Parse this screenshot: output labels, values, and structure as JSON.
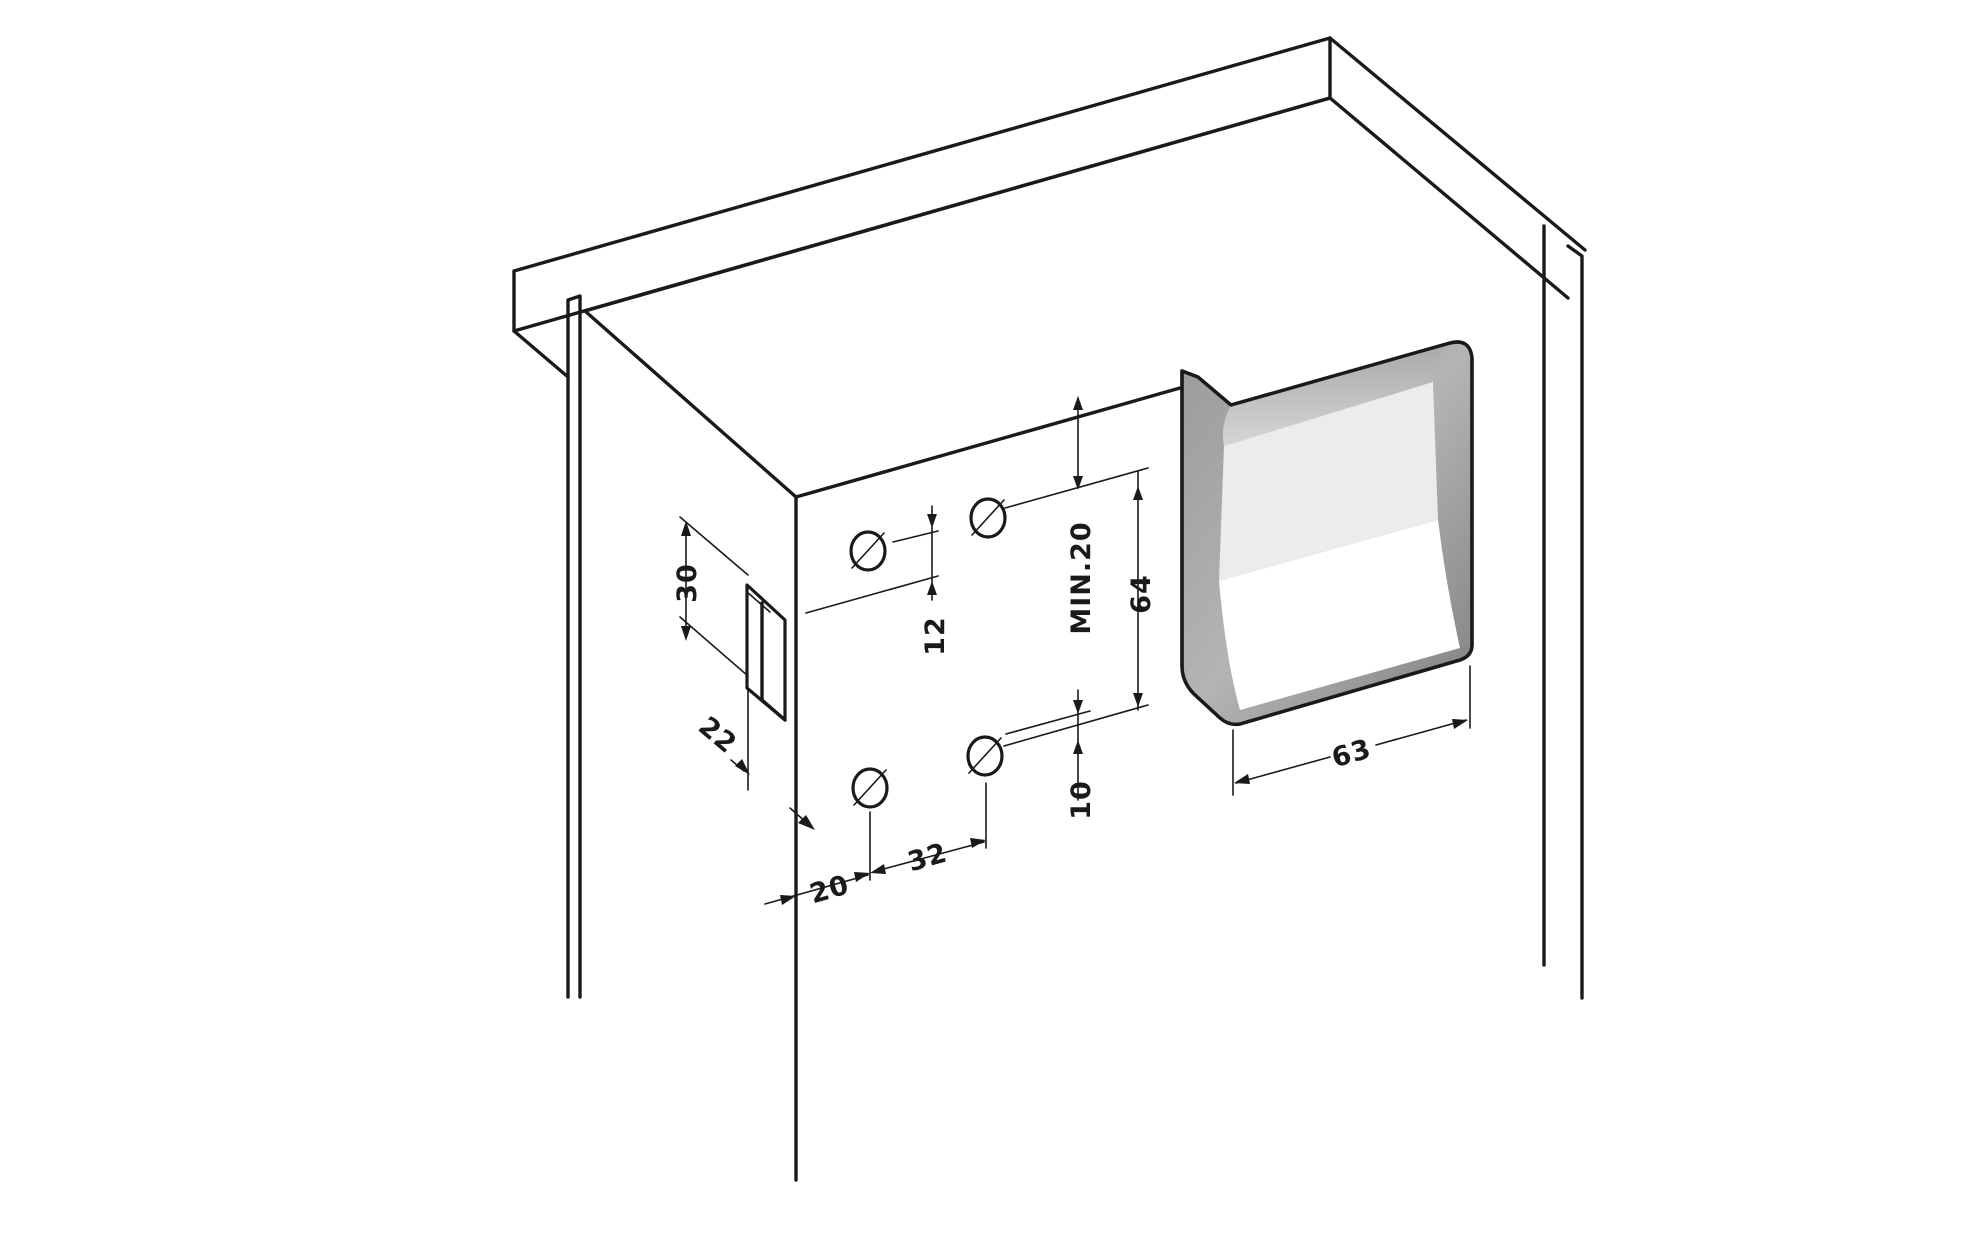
{
  "diagram": {
    "labels": {
      "hole_spacing_horizontal": "32",
      "hole_edge_offset": "20",
      "hole_spacing_vertical": "64",
      "min_top_distance": "MIN.20",
      "upper_hole_depth": "12",
      "lower_hole_depth": "10",
      "latch_height": "30",
      "latch_depth": "22",
      "handle_width": "63"
    },
    "colors": {
      "line": "#1a1a1a",
      "handle_shade_dark": "#8a8a8a",
      "handle_shade_mid": "#c8c8c8",
      "handle_face_light": "#ececec",
      "handle_face_white": "#ffffff"
    }
  }
}
